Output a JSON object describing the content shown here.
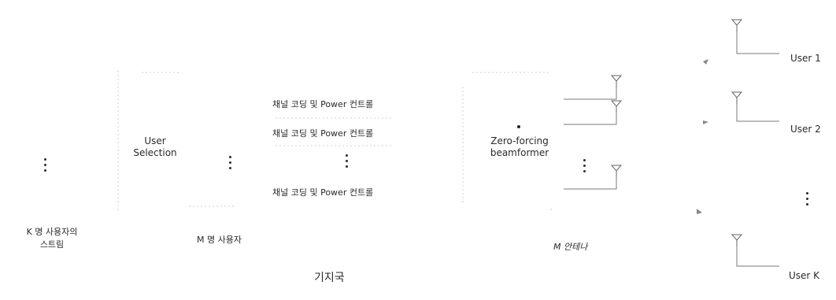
{
  "left": {
    "k_users_queue": [
      "K 명 사용자의",
      "스트림"
    ],
    "user_selection": [
      "User",
      "Selection"
    ],
    "m_users": "M 명 사용자"
  },
  "channel_rows": [
    "채널 코딩 및 Power 컨트롤",
    "채널 코딩 및 Power 컨트롤",
    "채널 코딩 및 Power 컨트롤"
  ],
  "beamformer": [
    "Zero-forcing",
    "beamformer"
  ],
  "m_antennas": "M 안테나",
  "base_station": "기지국",
  "users": [
    "User 1",
    "User 2",
    "User K"
  ]
}
